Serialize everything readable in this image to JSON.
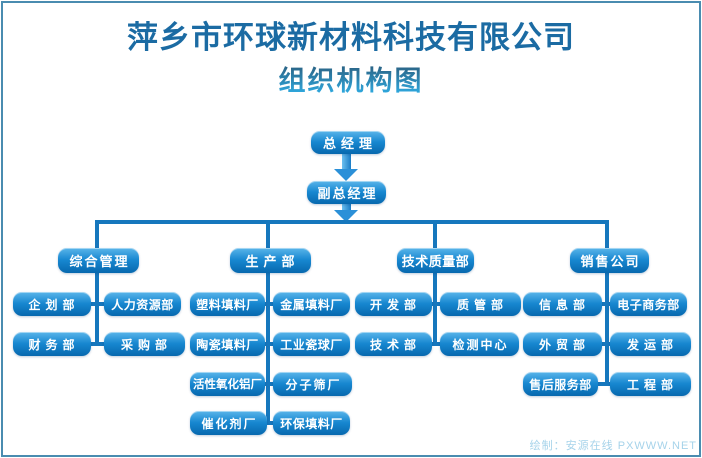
{
  "header": {
    "company": "萍乡市环球新材料科技有限公司",
    "title": "组织机构图"
  },
  "watermark": "绘制：安源在线 PXWWW.NET",
  "colors": {
    "company_title": "#1b6ba3",
    "chart_title_gradient_top": "#2a5674",
    "chart_title_gradient_bottom": "#2fb0e8",
    "node_gradient_top": "#5ab5ea",
    "node_gradient_bottom": "#0768ae",
    "node_text": "#ffffff",
    "connector": "#1677bd",
    "arrow": "#2b90d8",
    "frame_border": "#4a8cb0",
    "watermark": "#a6d3ea"
  },
  "chart": {
    "type": "org-chart",
    "root": "总经理",
    "deputy": "副总经理",
    "branches": [
      {
        "label": "综合管理",
        "children": [
          "企划部",
          "人力资源部",
          "财务部",
          "采购部"
        ]
      },
      {
        "label": "生产部",
        "children": [
          "塑料填料厂",
          "金属填料厂",
          "陶瓷填料厂",
          "工业瓷球厂",
          "活性氧化铝厂",
          "分子筛厂",
          "催化剂厂",
          "环保填料厂"
        ]
      },
      {
        "label": "技术质量部",
        "children": [
          "开发部",
          "质管部",
          "技术部",
          "检测中心"
        ]
      },
      {
        "label": "销售公司",
        "children": [
          "信息部",
          "电子商务部",
          "外贸部",
          "发运部",
          "售后服务部",
          "工程部"
        ]
      }
    ]
  }
}
